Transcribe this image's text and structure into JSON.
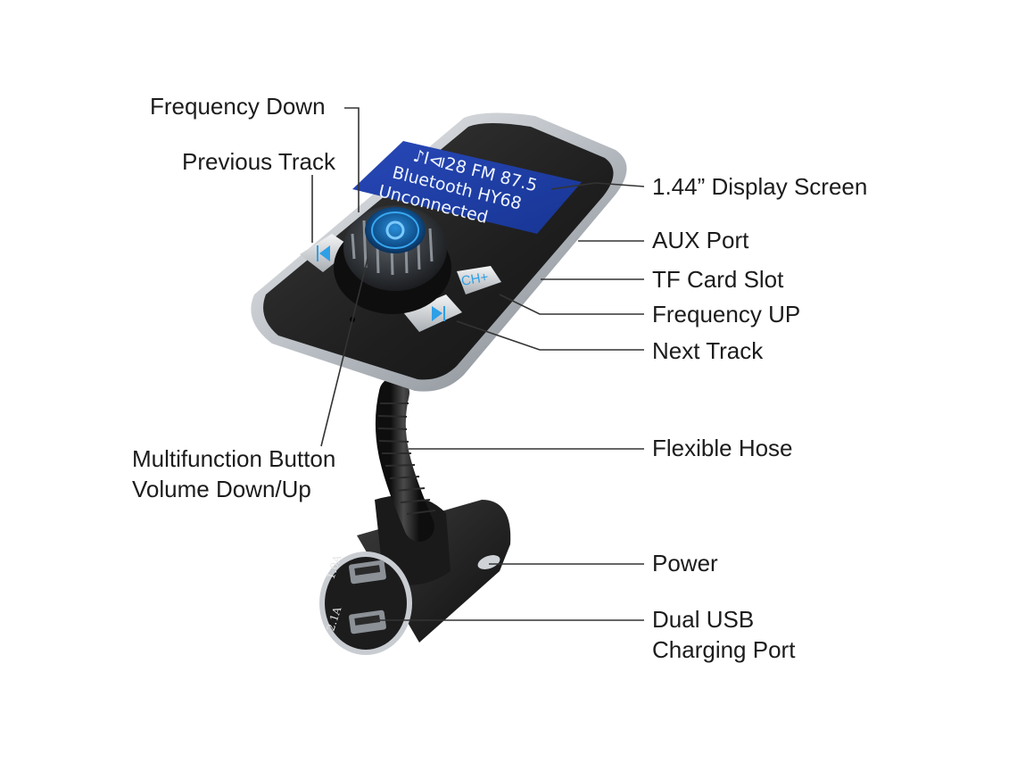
{
  "labels": {
    "frequency_down": "Frequency Down",
    "previous_track": "Previous Track",
    "display_screen": "1.44” Display Screen",
    "aux_port": "AUX Port",
    "tf_card_slot": "TF Card Slot",
    "frequency_up": "Frequency UP",
    "next_track": "Next Track",
    "multifunction_line1": "Multifunction Button",
    "multifunction_line2": "Volume Down/Up",
    "flexible_hose": "Flexible Hose",
    "power": "Power",
    "dual_usb_line1": "Dual USB",
    "dual_usb_line2": "Charging Port"
  },
  "display": {
    "line1": "♪I⧏28 FM 87.5",
    "line2": "Bluetooth HY68",
    "line3": "Unconnected"
  },
  "device": {
    "channel_button": "CH+",
    "usb_port_top": "1.0A",
    "usb_port_bottom": "2.1A"
  },
  "colors": {
    "lcd_blue": "#1f3fa8",
    "button_glyph_blue": "#2f9fe6",
    "body_dark": "#222222",
    "trim_silver": "#c9cdd2"
  }
}
